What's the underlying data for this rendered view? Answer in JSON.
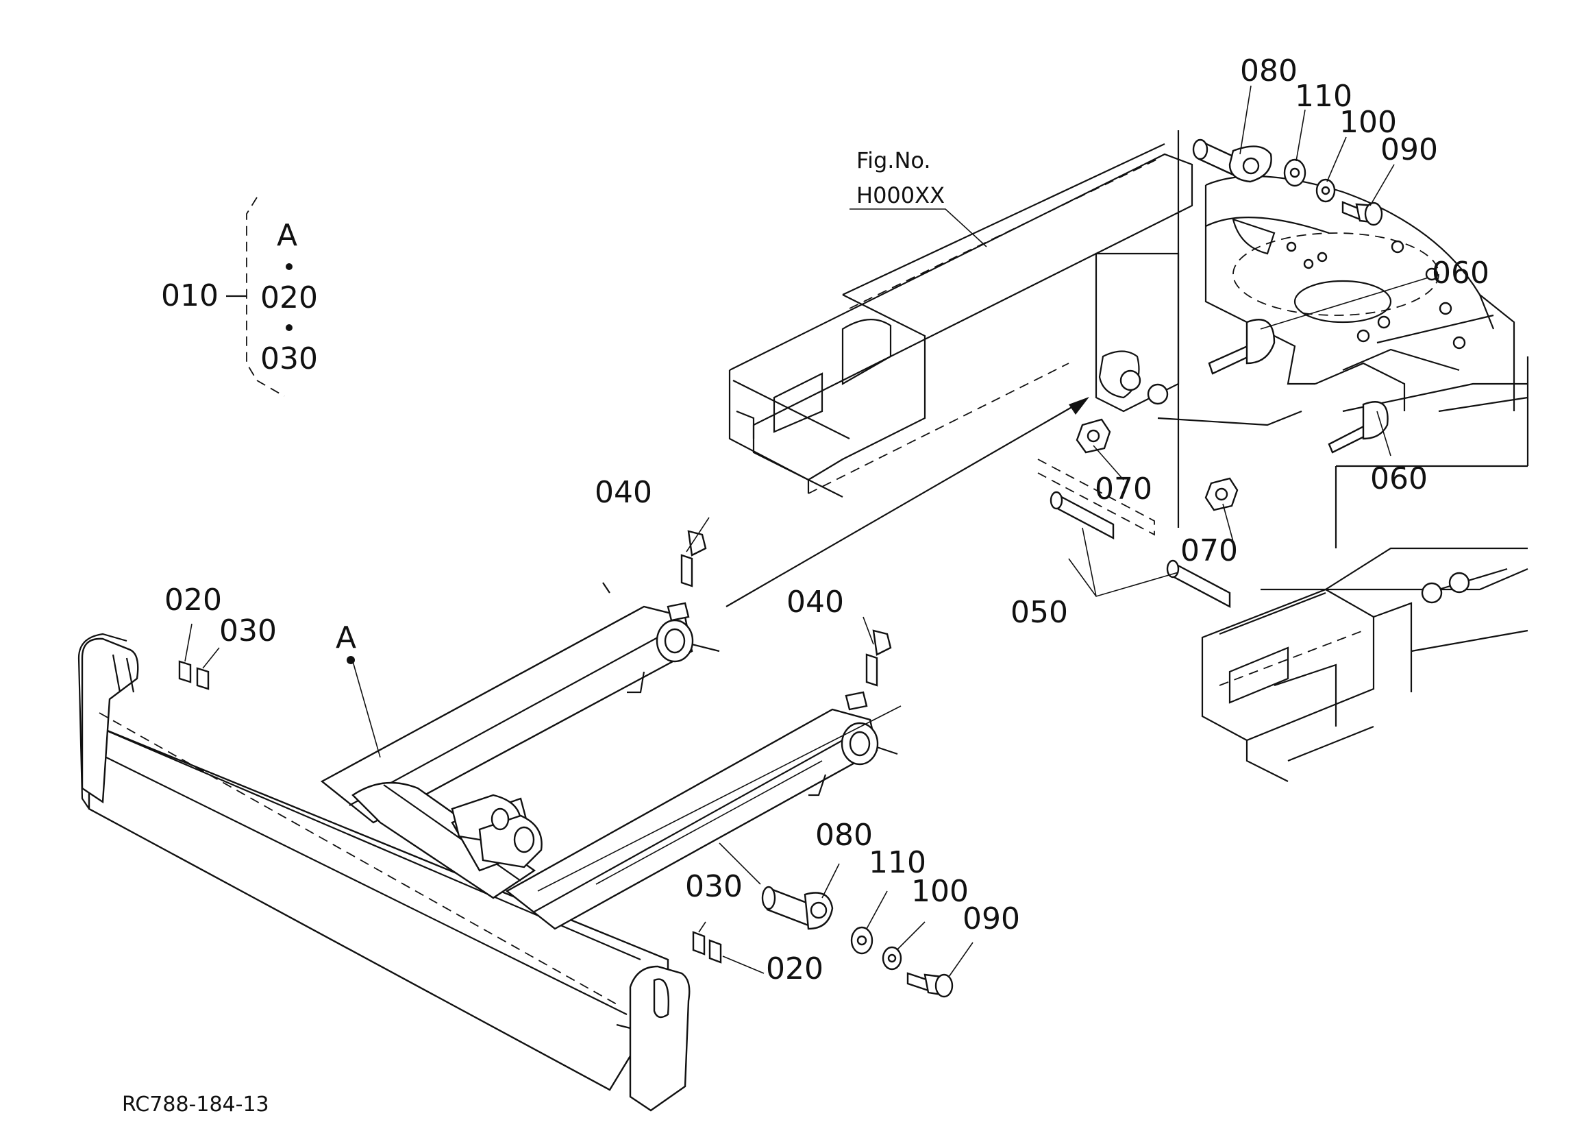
{
  "figure_reference": {
    "line1": "Fig.No.",
    "line2": "H000XX"
  },
  "drawing_code": "RC788-184-13",
  "assembly_legend": {
    "parent": "010",
    "subparts": [
      "A",
      "020",
      "030"
    ]
  },
  "callouts": {
    "detail_a_main": "A",
    "p040_left": "040",
    "p040_right": "040",
    "p020_left": "020",
    "p030_left": "030",
    "p030_right": "030",
    "p020_right": "020",
    "p050": "050",
    "p060_upper": "060",
    "p060_lower": "060",
    "p070_upper": "070",
    "p070_lower": "070",
    "p080_top": "080",
    "p110_top": "110",
    "p100_top": "100",
    "p090_top": "090",
    "p080_bottom": "080",
    "p110_bottom": "110",
    "p100_bottom": "100",
    "p090_bottom": "090"
  }
}
